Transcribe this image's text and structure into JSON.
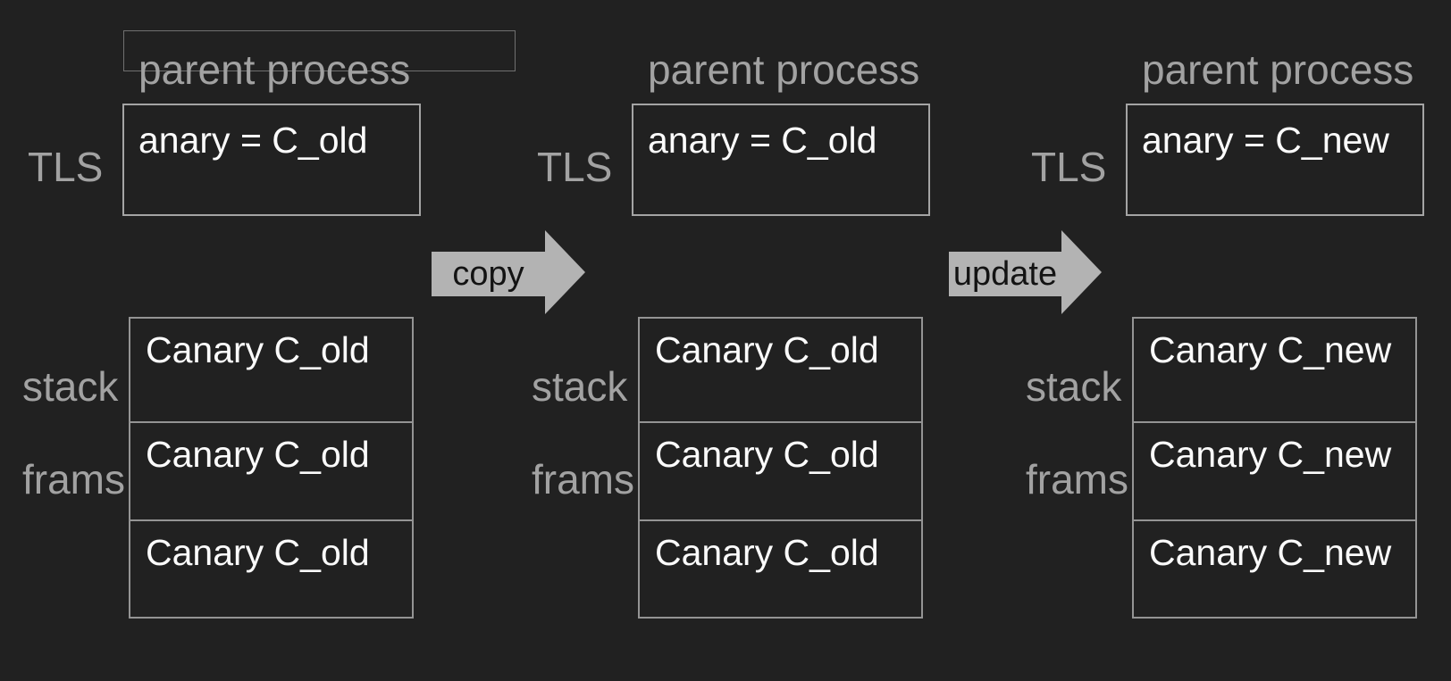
{
  "diagram": {
    "title_hint": "fork canary copy and update diagram",
    "columns": [
      {
        "header": "parent process",
        "tls_label": "TLS",
        "tls_value": "anary = C_old",
        "stack_label": "stack",
        "frames_label": "frams",
        "frames": [
          "Canary C_old",
          "Canary C_old",
          "Canary C_old"
        ]
      },
      {
        "header": "parent process",
        "tls_label": "TLS",
        "tls_value": "anary = C_old",
        "stack_label": "stack",
        "frames_label": "frams",
        "frames": [
          "Canary C_old",
          "Canary C_old",
          "Canary C_old"
        ]
      },
      {
        "header": "parent process",
        "tls_label": "TLS",
        "tls_value": "anary = C_new",
        "stack_label": "stack",
        "frames_label": "frams",
        "frames": [
          "Canary C_new",
          "Canary C_new",
          "Canary C_new"
        ]
      }
    ],
    "arrows": [
      {
        "label": "copy"
      },
      {
        "label": "update"
      }
    ],
    "colors": {
      "background": "#212121",
      "label_gray": "#a2a2a2",
      "box_text_white": "#fbfbfb",
      "tls_box_border": "#a4a4a4",
      "stack_box_border": "#949494",
      "outline_box_border": "#707070",
      "arrow_fill": "#b3b3b3",
      "arrow_text": "#131313"
    }
  }
}
